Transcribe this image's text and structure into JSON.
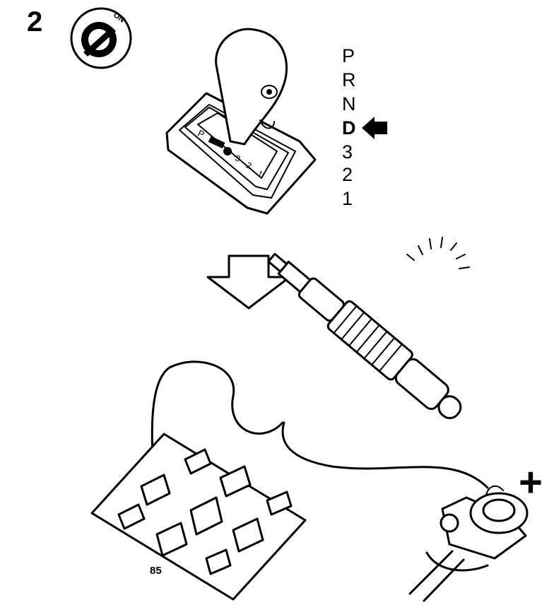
{
  "step_number": "2",
  "ignition": {
    "label": "ON"
  },
  "gear_positions": [
    "P",
    "R",
    "N",
    "D",
    "3",
    "2",
    "1"
  ],
  "selected_gear": "D",
  "connector": {
    "terminal_label": "85"
  },
  "battery": {
    "polarity": "+"
  },
  "colors": {
    "ink": "#000000",
    "paper": "#ffffff"
  }
}
